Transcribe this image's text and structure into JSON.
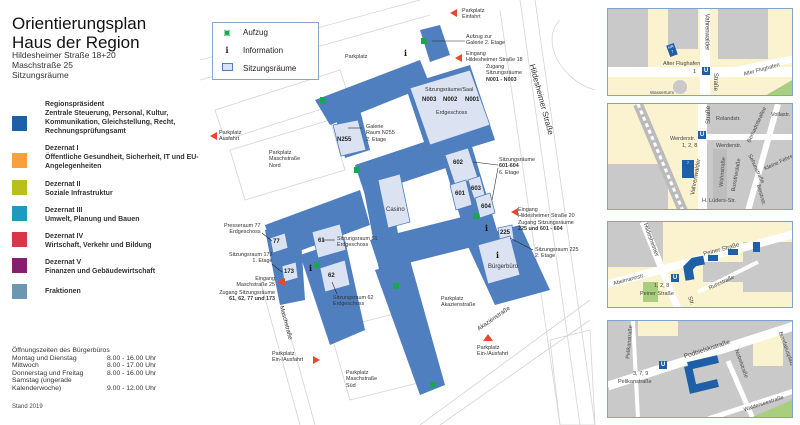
{
  "header": {
    "title_line1": "Orientierungsplan",
    "title_line2": "Haus der Region",
    "address1": "Hildesheimer Straße 18+20",
    "address2": "Maschstraße 25",
    "address3": "Sitzungsräume"
  },
  "legend": [
    {
      "title": "Regionspräsident",
      "desc": "Zentrale Steuerung, Personal, Kultur, Kommunikation, Gleichstellung, Recht, Rechnungsprüfungsamt",
      "color": "#1f5fa8"
    },
    {
      "title": "Dezernat I",
      "desc": "Öffentliche Gesundheit, Sicherheit, IT und EU-Angelegenheiten",
      "color": "#f7a13e"
    },
    {
      "title": "Dezernat II",
      "desc": "Soziale Infrastruktur",
      "color": "#b9c01e"
    },
    {
      "title": "Dezernat III",
      "desc": "Umwelt, Planung und Bauen",
      "color": "#1c9bbd"
    },
    {
      "title": "Dezernat IV",
      "desc": "Wirtschaft, Verkehr und Bildung",
      "color": "#d9364a"
    },
    {
      "title": "Dezernat  V",
      "desc": "Finanzen und Gebäudewirtschaft",
      "color": "#84206f"
    },
    {
      "title": "Fraktionen",
      "desc": "",
      "color": "#6b98b0"
    }
  ],
  "hours": {
    "title": "Öffnungszeiten des Bürgerbüros",
    "rows": [
      {
        "day": "Montag und Dienstag",
        "time": "8.00 - 16.00 Uhr"
      },
      {
        "day": "Mittwoch",
        "time": "8.00 - 17.00 Uhr"
      },
      {
        "day": "Donnerstag und Freitag",
        "time": "8.00 - 16.00 Uhr"
      },
      {
        "day": "Samstag (ungerade",
        "time": ""
      },
      {
        "day": "Kalenderwoche)",
        "time": "9.00 - 12.00 Uhr"
      }
    ]
  },
  "stand": "Stand 2019",
  "map_legend": {
    "elevator": "Aufzug",
    "info": "Information",
    "rooms": "Sitzungsräume",
    "elevator_icon": "elevator-icon",
    "info_icon": "info-icon"
  },
  "map": {
    "parking_entry": [
      "Parkplatz",
      "Einfahrt"
    ],
    "elevator_gallery": [
      "Aufzug zur",
      "Galerie 2. Etage"
    ],
    "entrance18": [
      "Eingang",
      "Hildesheimer Straße 18",
      "Zugang",
      "Sitzungsräume",
      "N001 - N003"
    ],
    "parking_top": "Parkplatz",
    "saal": [
      "Sitzungsräume/Saal",
      "N003",
      "N002",
      "N001",
      "Erdgeschoss"
    ],
    "hildesheimer": "Hildesheimer Straße",
    "galerie": [
      "Galerie",
      "Raum N255",
      "2. Etage",
      "N255"
    ],
    "parking_exit": [
      "Parkplatz",
      "Ausfahrt"
    ],
    "parking_nord": [
      "Parkplatz",
      "Maschstraße",
      "Nord"
    ],
    "rooms6": [
      "Sitzungsräume",
      "601-604",
      "6. Etage",
      "602",
      "601",
      "603",
      "604"
    ],
    "casino": "Casino",
    "entrance20": [
      "Eingang",
      "Hildesheimer Straße 20",
      "Zugang Sitzungsräume",
      "225 und 601 - 604"
    ],
    "presse": [
      "Presseraum 77",
      "Erdgeschoss",
      "77"
    ],
    "r225": [
      "225",
      "Sitzungsraum 225",
      "2. Etage"
    ],
    "r61": [
      "61",
      "Sitzungsraum 61",
      "Erdgeschoss"
    ],
    "r173": [
      "Sitzungsraum 173",
      "1. Etage",
      "173"
    ],
    "r62": [
      "62",
      "Sitzungsraum 62",
      "Erdgeschoss"
    ],
    "buergerbuero": "Bürgerbüro",
    "entrance25": [
      "Eingang",
      "Maschstraße 25",
      "Zugang Sitzungsräume",
      "61, 62, 77 und 173"
    ],
    "parking_akazien": [
      "Parkplatz",
      "Akazienstraße"
    ],
    "maschstrasse": "Maschstraße",
    "akazienstrasse": "Akazienstraße",
    "parking_ein_aus_left": [
      "Parkplatz",
      "Ein-/Ausfahrt"
    ],
    "parking_ein_aus_right": [
      "Parkplatz",
      "Ein-/Ausfahrt"
    ],
    "parking_sued": [
      "Parkplatz",
      "Maschstraße",
      "Süd"
    ]
  },
  "insets": [
    {
      "labels": [
        "Vahrenwalder",
        "Straße",
        "Alter Flughafen",
        "Alter Flughafen",
        "1",
        "Wasserturm",
        "HR 7"
      ]
    },
    {
      "labels": [
        "Straße",
        "Vahrenwalder",
        "Rolandstr.",
        "Werderstr.",
        "1, 2, 8",
        "Werderstr.",
        "Wohnstraße",
        "Bernadotteallee",
        "Vollastr.",
        "Sehunstraße",
        "Kleine Fehrstr.",
        "H. Lüders-Str.",
        "Bussfrieslaße",
        "Biestrstr."
      ]
    },
    {
      "labels": [
        "Hildesheimer",
        "Peiner Straße",
        "Abelmannstr.",
        "Peiner Straße",
        "1, 2, 8",
        "Str.",
        "Ruhrstraße"
      ]
    },
    {
      "labels": [
        "Podbielskistraße",
        "Pelikanstraße",
        "Pelikanstraße",
        "3, 7, 9",
        "Nobelstraße",
        "Walderseestraße",
        "Bonifatiusplatz"
      ]
    }
  ],
  "colors": {
    "building": "#4f7fbf",
    "room": "#dbe3f2",
    "accent_red": "#e8472d",
    "elevator": "#1aa551"
  }
}
